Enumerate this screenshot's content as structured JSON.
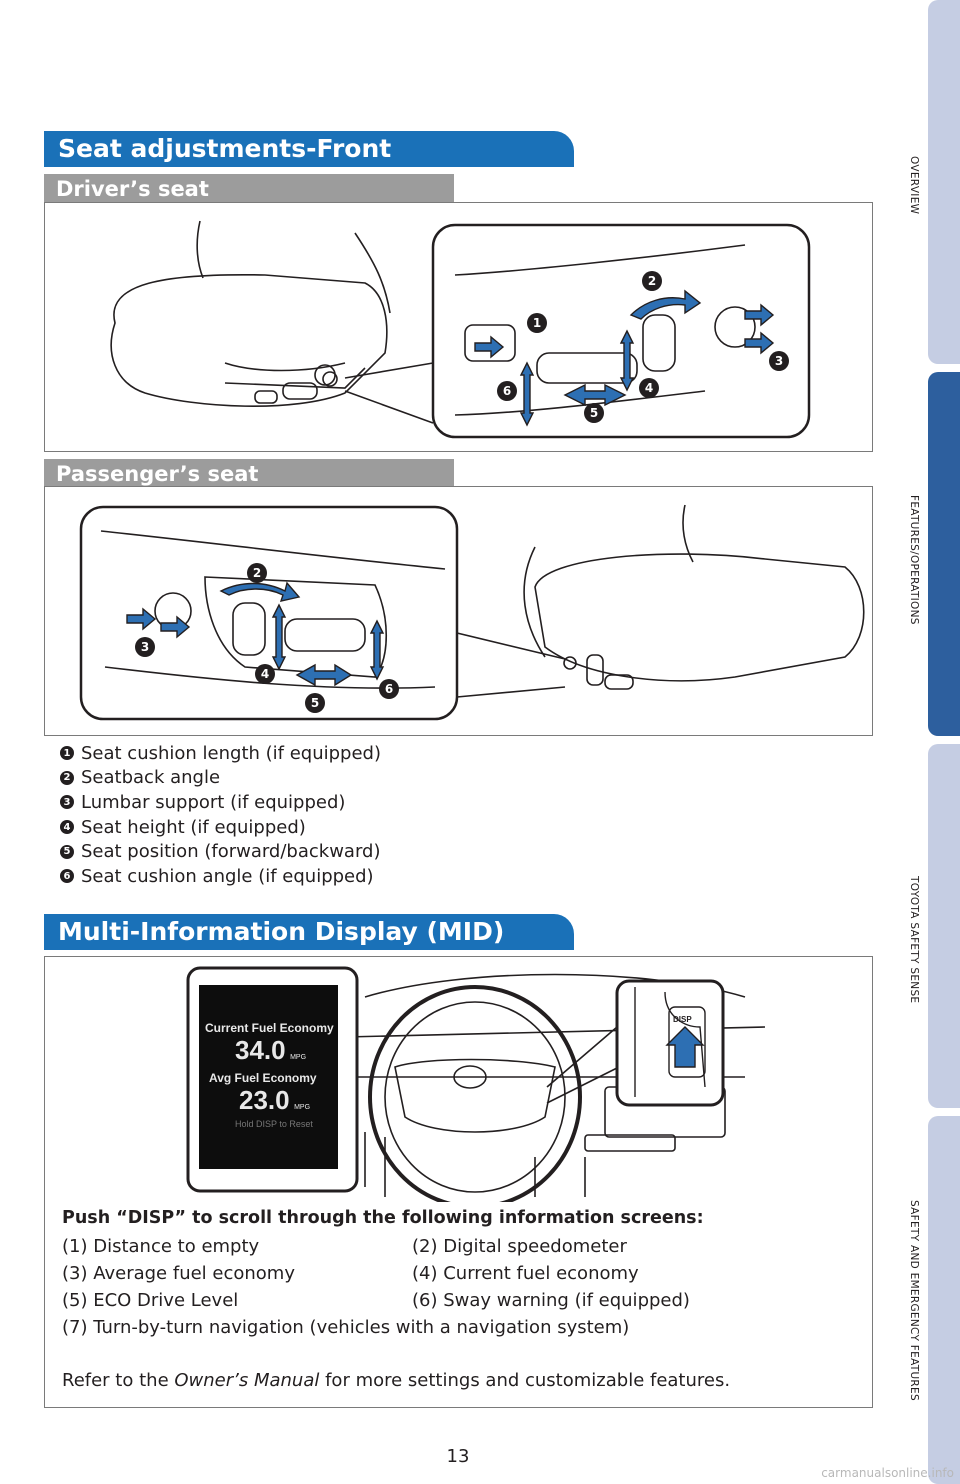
{
  "side_tabs": [
    {
      "label": "OVERVIEW",
      "active": false
    },
    {
      "label": "FEATURES/OPERATIONS",
      "active": true
    },
    {
      "label": "TOYOTA SAFETY SENSE",
      "active": false
    },
    {
      "label": "SAFETY AND EMERGENCY FEATURES",
      "active": false
    }
  ],
  "seat_section": {
    "title": "Seat adjustments-Front",
    "driver_title": "Driver’s seat",
    "passenger_title": "Passenger’s seat",
    "legend": [
      {
        "num": "1",
        "text": "Seat cushion length (if equipped)"
      },
      {
        "num": "2",
        "text": "Seatback angle"
      },
      {
        "num": "3",
        "text": "Lumbar support (if equipped)"
      },
      {
        "num": "4",
        "text": "Seat height (if equipped)"
      },
      {
        "num": "5",
        "text": "Seat position (forward/backward)"
      },
      {
        "num": "6",
        "text": "Seat cushion angle (if equipped)"
      }
    ]
  },
  "mid_section": {
    "title": "Multi-Information Display (MID)",
    "screen": {
      "line1": "Current Fuel Economy",
      "value1": "34.0",
      "unit1": "MPG",
      "line2": "Avg Fuel Economy",
      "value2": "23.0",
      "unit2": "MPG",
      "line3": "Hold DISP to Reset"
    },
    "button_label": "DISP",
    "intro": "Push “DISP” to scroll through the following information screens:",
    "items": [
      [
        "(1) Distance to empty",
        "(2) Digital speedometer"
      ],
      [
        "(3) Average fuel economy",
        "(4) Current fuel economy"
      ],
      [
        "(5) ECO Drive Level",
        "(6) Sway warning (if equipped)"
      ],
      [
        "(7) Turn-by-turn navigation (vehicles with a navigation system)",
        ""
      ]
    ],
    "footer_pre": "Refer to the ",
    "footer_em": "Owner’s Manual",
    "footer_post": " for more settings and customizable features."
  },
  "page_number": "13",
  "watermark": "carmanualsonline.info"
}
